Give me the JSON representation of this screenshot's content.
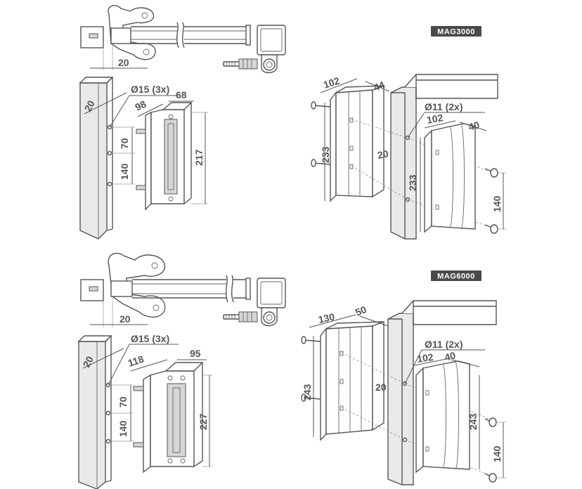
{
  "models": [
    {
      "name": "MAG3000",
      "gate_offset": "20",
      "post_offset": "20",
      "hole_diameter": "Ø15 (3x)",
      "lock_depth": "98",
      "lock_width": "68",
      "hole_spacing_1": "70",
      "hole_spacing_2": "140",
      "lock_height": "217",
      "plate_width": "102",
      "plate_depth": "44",
      "gap": "20",
      "plate_height": "233",
      "screw_diameter": "Ø11 (2x)",
      "keeper_width": "102",
      "keeper_depth": "40",
      "keeper_height": "233",
      "screw_spacing": "140"
    },
    {
      "name": "MAG6000",
      "gate_offset": "20",
      "post_offset": "20",
      "hole_diameter": "Ø15 (3x)",
      "lock_depth": "118",
      "lock_width": "95",
      "hole_spacing_1": "70",
      "hole_spacing_2": "140",
      "lock_height": "227",
      "plate_width": "130",
      "plate_depth": "50",
      "gap": "20",
      "plate_height": "243",
      "screw_diameter": "Ø11 (2x)",
      "keeper_width": "102",
      "keeper_depth": "40",
      "keeper_height": "243",
      "screw_spacing": "140"
    }
  ],
  "colors": {
    "line": "#555555",
    "badge": "#4a4a4a",
    "fill": "#e9e9e9"
  }
}
